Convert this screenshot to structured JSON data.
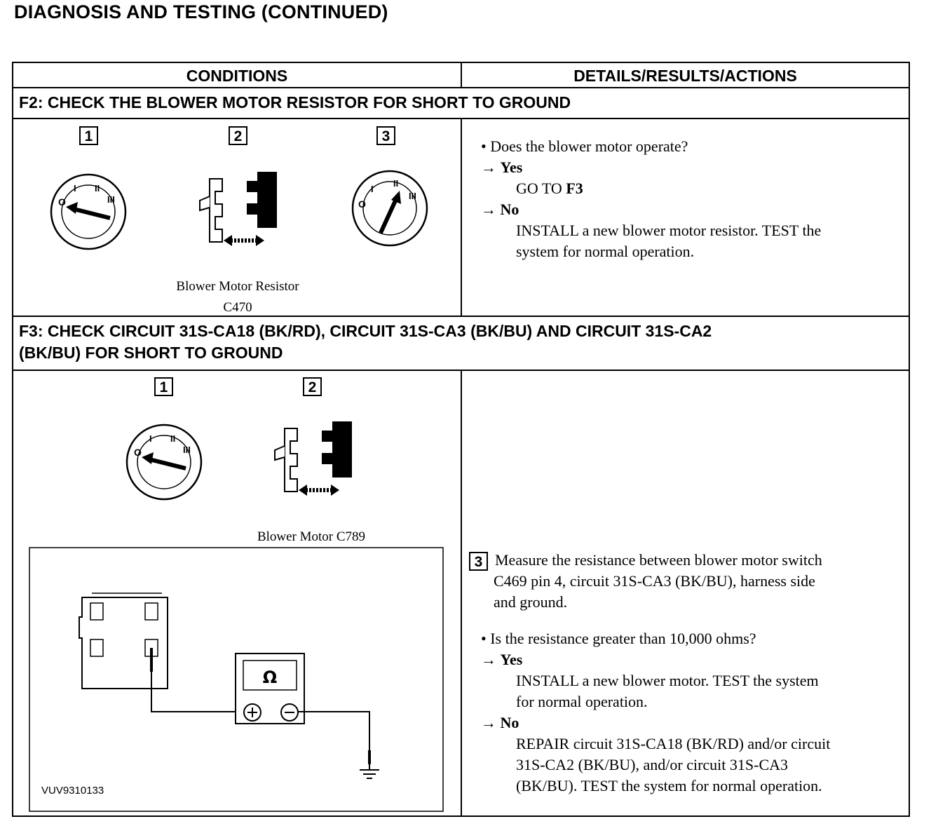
{
  "page_title": "DIAGNOSIS AND TESTING (CONTINUED)",
  "table": {
    "col_conditions": "CONDITIONS",
    "col_details": "DETAILS/RESULTS/ACTIONS"
  },
  "f2": {
    "heading": "F2: CHECK THE BLOWER MOTOR RESISTOR FOR SHORT TO GROUND",
    "steps": [
      "1",
      "2",
      "3"
    ],
    "caption_line1": "Blower Motor Resistor",
    "caption_line2": "C470",
    "question": "• Does the blower motor operate?",
    "yes_label": "Yes",
    "yes_action_prefix": "GO TO ",
    "yes_action_target": "F3",
    "no_label": "No",
    "no_action_line1": "INSTALL a new blower motor resistor. TEST the",
    "no_action_line2": "system for normal operation."
  },
  "f3": {
    "heading_line1": "F3: CHECK CIRCUIT 31S-CA18 (BK/RD), CIRCUIT 31S-CA3 (BK/BU) AND CIRCUIT 31S-CA2",
    "heading_line2": "(BK/BU) FOR SHORT TO GROUND",
    "steps": [
      "1",
      "2"
    ],
    "caption": "Blower Motor C789",
    "figure_id": "VUV9310133",
    "meter_symbol": "Ω",
    "step3_number": "3",
    "step3_line1": "Measure the resistance between blower motor switch",
    "step3_line2": "C469 pin 4, circuit 31S-CA3 (BK/BU), harness side",
    "step3_line3": "and ground.",
    "question": "• Is the resistance greater than 10,000 ohms?",
    "yes_label": "Yes",
    "yes_action_line1": "INSTALL a new blower motor. TEST the system",
    "yes_action_line2": "for normal operation.",
    "no_label": "No",
    "no_action_line1": "REPAIR circuit 31S-CA18 (BK/RD) and/or circuit",
    "no_action_line2": "31S-CA2 (BK/BU), and/or circuit 31S-CA3",
    "no_action_line3": "(BK/BU). TEST the system for normal operation."
  },
  "icons": {
    "arrow": "→",
    "switch": "blower-switch-icon",
    "connector": "connector-icon",
    "ground": "ground-icon",
    "ohmmeter": "ohmmeter-icon"
  }
}
